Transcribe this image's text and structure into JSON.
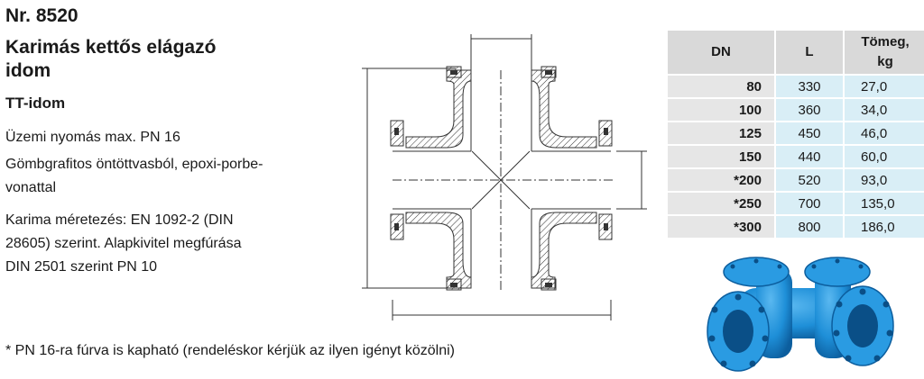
{
  "header": {
    "number": "Nr. 8520",
    "title_line1": "Karimás kettős elágazó",
    "title_line2": "idom",
    "subtitle": "TT-idom"
  },
  "description": {
    "pressure": "Üzemi nyomás max. PN 16",
    "material_line1": "Gömbgrafitos öntöttvasból, epoxi-porbe-",
    "material_line2": "vonattal",
    "flange_line1": "Karima méretezés: EN 1092-2 (DIN",
    "flange_line2": "28605) szerint. Alapkivitel megfúrása",
    "flange_line3": "DIN 2501 szerint PN 10"
  },
  "footnote": "* PN 16-ra fúrva is kapható (rendeléskor kérjük az ilyen igényt közölni)",
  "table": {
    "headers": {
      "dn": "DN",
      "l": "L",
      "mass_line1": "Tömeg,",
      "mass_line2": "kg"
    },
    "rows": [
      {
        "dn": "80",
        "l": "330",
        "kg": "27,0"
      },
      {
        "dn": "100",
        "l": "360",
        "kg": "34,0"
      },
      {
        "dn": "125",
        "l": "450",
        "kg": "46,0"
      },
      {
        "dn": "150",
        "l": "440",
        "kg": "60,0"
      },
      {
        "dn": "*200",
        "l": "520",
        "kg": "93,0"
      },
      {
        "dn": "*250",
        "l": "700",
        "kg": "135,0"
      },
      {
        "dn": "*300",
        "l": "800",
        "kg": "186,0"
      }
    ]
  },
  "colors": {
    "header_gray": "#d9d9d9",
    "dn_gray": "#e6e6e6",
    "value_blue": "#d9eef6",
    "fitting_blue": "#1e8fd8"
  }
}
